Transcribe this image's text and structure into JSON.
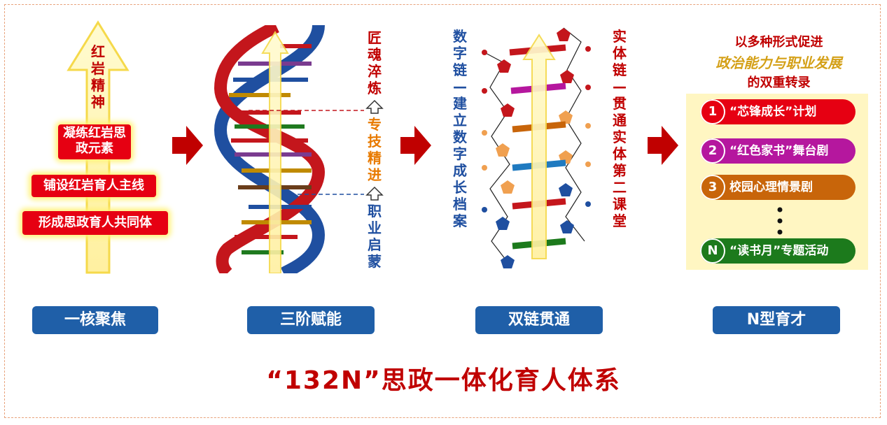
{
  "core": {
    "spirit_chars": "红岩精神",
    "boxes": [
      "凝练红岩思政元素",
      "铺设红岩育人主线",
      "形成思政育人共同体"
    ],
    "button": "一核聚焦"
  },
  "three": {
    "label_top": "匠魂淬炼",
    "label_mid": "专技精进",
    "label_bottom": "职业启蒙",
    "button": "三阶赋能"
  },
  "dual": {
    "left_chain": "数字链—建立数字成长档案",
    "right_chain": "实体链—贯通实体第二课堂",
    "button": "双链贯通"
  },
  "n_type": {
    "heading_1": "以多种形式促进",
    "heading_2": "政治能力与职业发展",
    "heading_3": "的双重转录",
    "items": [
      {
        "num": "1",
        "label": "“芯锋成长”计划",
        "color": "#e60012"
      },
      {
        "num": "2",
        "label": "“红色家书”舞台剧",
        "color": "#b5179e"
      },
      {
        "num": "3",
        "label": "校园心理情景剧",
        "color": "#c8650a"
      },
      {
        "num": "N",
        "label": "“读书月”专题活动",
        "color": "#1c7a1c"
      }
    ],
    "button": "N型育才"
  },
  "footer_title": "“132N”思政一体化育人体系",
  "colors": {
    "red": "#c00000",
    "blue": "#1f5fa8",
    "highlight": "#fff27a"
  }
}
